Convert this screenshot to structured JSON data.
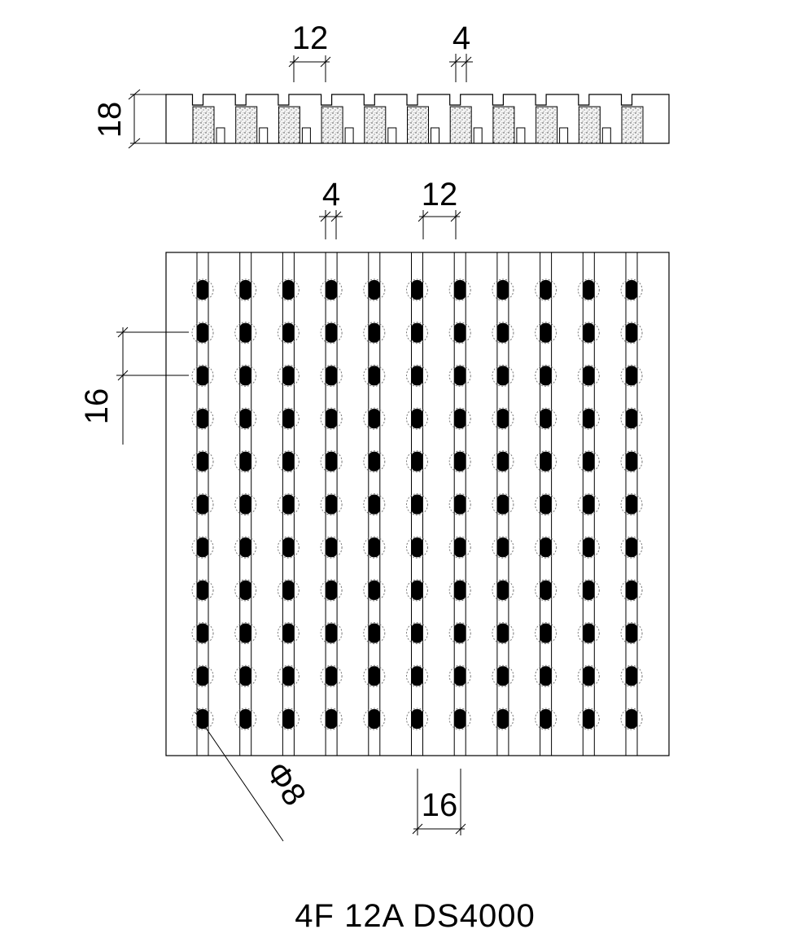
{
  "section": {
    "dim_height": "18",
    "dim_rib_spacing": "12",
    "dim_rib_width": "4"
  },
  "plan": {
    "dim_rib_width": "4",
    "dim_rib_spacing": "12",
    "dim_row_pitch": "16",
    "dim_col_pitch": "16",
    "dim_hole_diameter": "Φ8"
  },
  "caption": "4F 12A DS4000"
}
